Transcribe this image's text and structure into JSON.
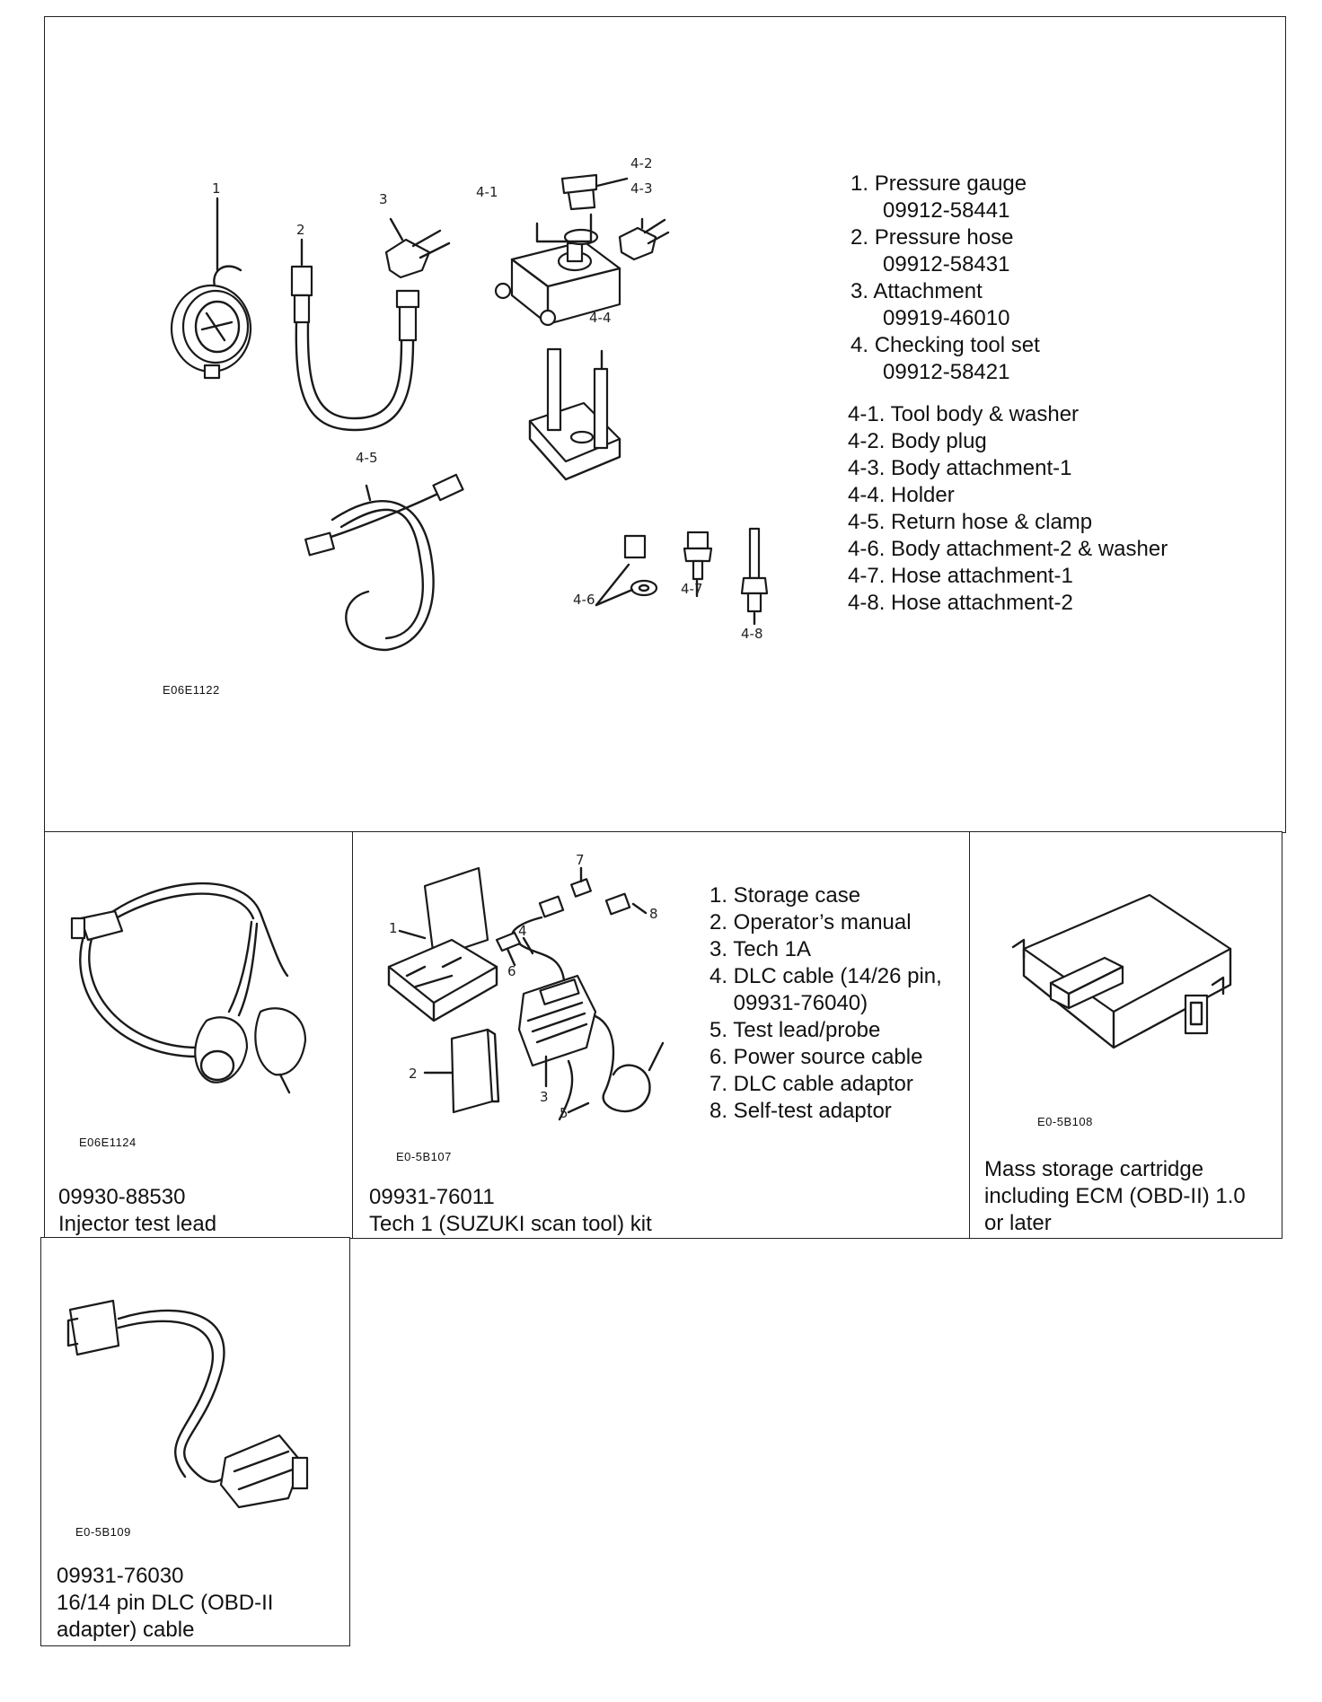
{
  "panel_top": {
    "image_code": "E06E1122",
    "callouts": [
      "1",
      "2",
      "3",
      "4-1",
      "4-2",
      "4-3",
      "4-4",
      "4-5",
      "4-6",
      "4-7",
      "4-8"
    ],
    "items": [
      {
        "num": "1.",
        "name": "Pressure gauge",
        "part": "09912-58441"
      },
      {
        "num": "2.",
        "name": "Pressure hose",
        "part": "09912-58431"
      },
      {
        "num": "3.",
        "name": "Attachment",
        "part": "09919-46010"
      },
      {
        "num": "4.",
        "name": "Checking tool set",
        "part": "09912-58421"
      }
    ],
    "subitems": [
      "4-1. Tool body & washer",
      "4-2. Body plug",
      "4-3. Body attachment-1",
      "4-4. Holder",
      "4-5. Return hose & clamp",
      "4-6. Body attachment-2 & washer",
      "4-7. Hose attachment-1",
      "4-8. Hose attachment-2"
    ]
  },
  "panel_injector": {
    "image_code": "E06E1124",
    "part_number": "09930-88530",
    "description": "Injector test lead"
  },
  "panel_tech1": {
    "image_code": "E0-5B107",
    "callouts": [
      "1",
      "2",
      "3",
      "4",
      "5",
      "6",
      "7",
      "8"
    ],
    "items": [
      "1. Storage case",
      "2. Operator’s manual",
      "3. Tech 1A",
      "4. DLC cable (14/26 pin,",
      "    09931-76040)",
      "5. Test lead/probe",
      "6. Power source cable",
      "7. DLC cable adaptor",
      "8. Self-test adaptor"
    ],
    "part_number": "09931-76011",
    "description": "Tech 1 (SUZUKI scan tool) kit"
  },
  "panel_cartridge": {
    "image_code": "E0-5B108",
    "description_lines": [
      "Mass storage cartridge",
      "including ECM (OBD-II) 1.0",
      "or later"
    ]
  },
  "panel_dlc": {
    "image_code": "E0-5B109",
    "part_number": "09931-76030",
    "description_lines": [
      "16/14 pin DLC (OBD-II",
      "adapter) cable"
    ]
  }
}
